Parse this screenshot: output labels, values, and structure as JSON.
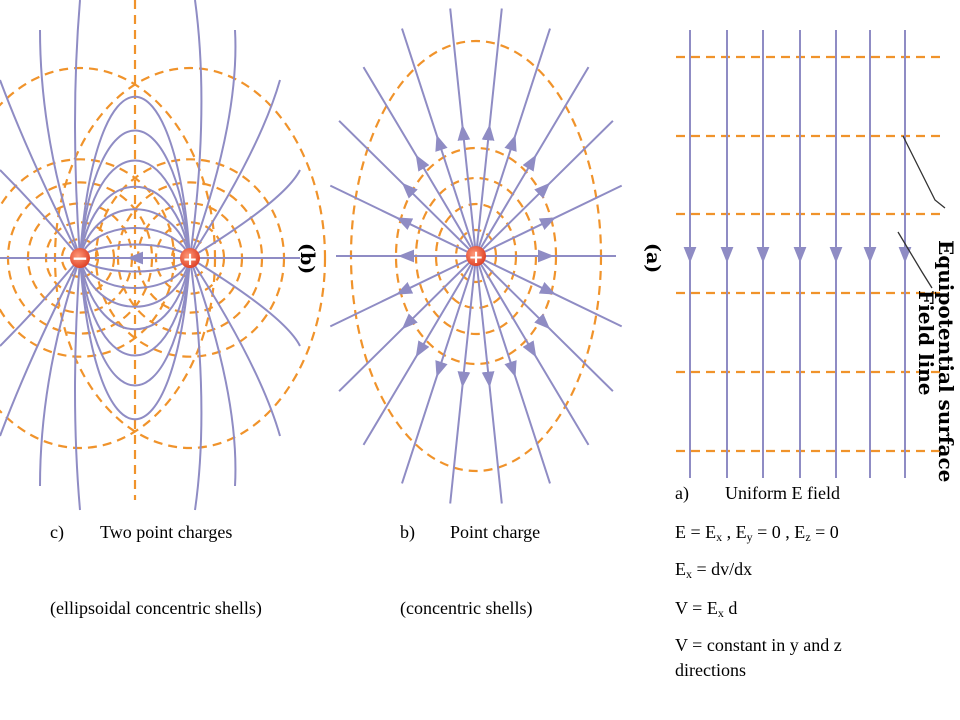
{
  "panel_tags": {
    "c": "(b)",
    "b": "(a)"
  },
  "side_labels": {
    "equipotential": "Equipotential surface",
    "field_line": "Field line"
  },
  "charges": {
    "negative": "−",
    "positive": "+"
  },
  "captions": {
    "c_letter": "c)",
    "c_title": "Two point charges",
    "c_sub": "(ellipsoidal concentric shells)",
    "b_letter": "b)",
    "b_title": "Point charge",
    "b_sub": "(concentric shells)",
    "a_letter": "a)",
    "a_title": "Uniform E field"
  },
  "equations": {
    "eq1": {
      "E": "E",
      "eq": " = E",
      "sx": "x",
      "c1": " ,   E",
      "sy": "y",
      "c2": " = 0   ,   E",
      "sz": "z",
      "c3": " = 0"
    },
    "eq2": {
      "E": "E",
      "sx": "x",
      "rest": " = dv/dx"
    },
    "eq3": {
      "pre": "V = E",
      "sx": "x",
      "rest": "  d"
    },
    "eq4": "V = constant in y and z",
    "eq5": "directions"
  },
  "colors": {
    "field_line": "#8f8cc4",
    "equipotential": "#f0932b",
    "charge": "#ea5b3c",
    "leader": "#333333"
  }
}
